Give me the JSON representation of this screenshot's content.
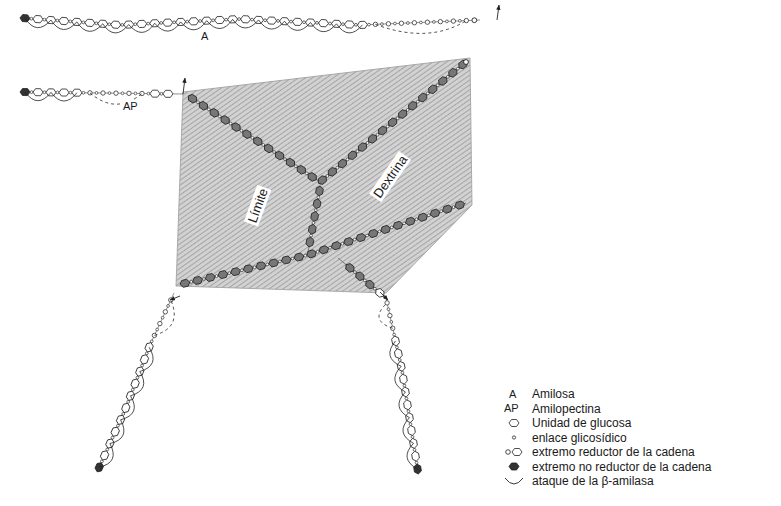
{
  "diagram": {
    "nodes": [
      {
        "text": [
          "Límite",
          "Dextrina"
        ]
      }
    ],
    "labels": [
      "A",
      "AP",
      "A",
      "AP"
    ],
    "legend": [
      {
        "text": "Amilosa"
      },
      {
        "text": "Amilopectina"
      },
      {
        "text": "Unidad de glucosa"
      },
      {
        "text": "enlace glicosídico"
      },
      {
        "text": "extremo reductor de la cadena"
      },
      {
        "text": "extremo no reductor de la cadena"
      },
      {
        "text": "ataque de la β-amilasa"
      }
    ]
  }
}
